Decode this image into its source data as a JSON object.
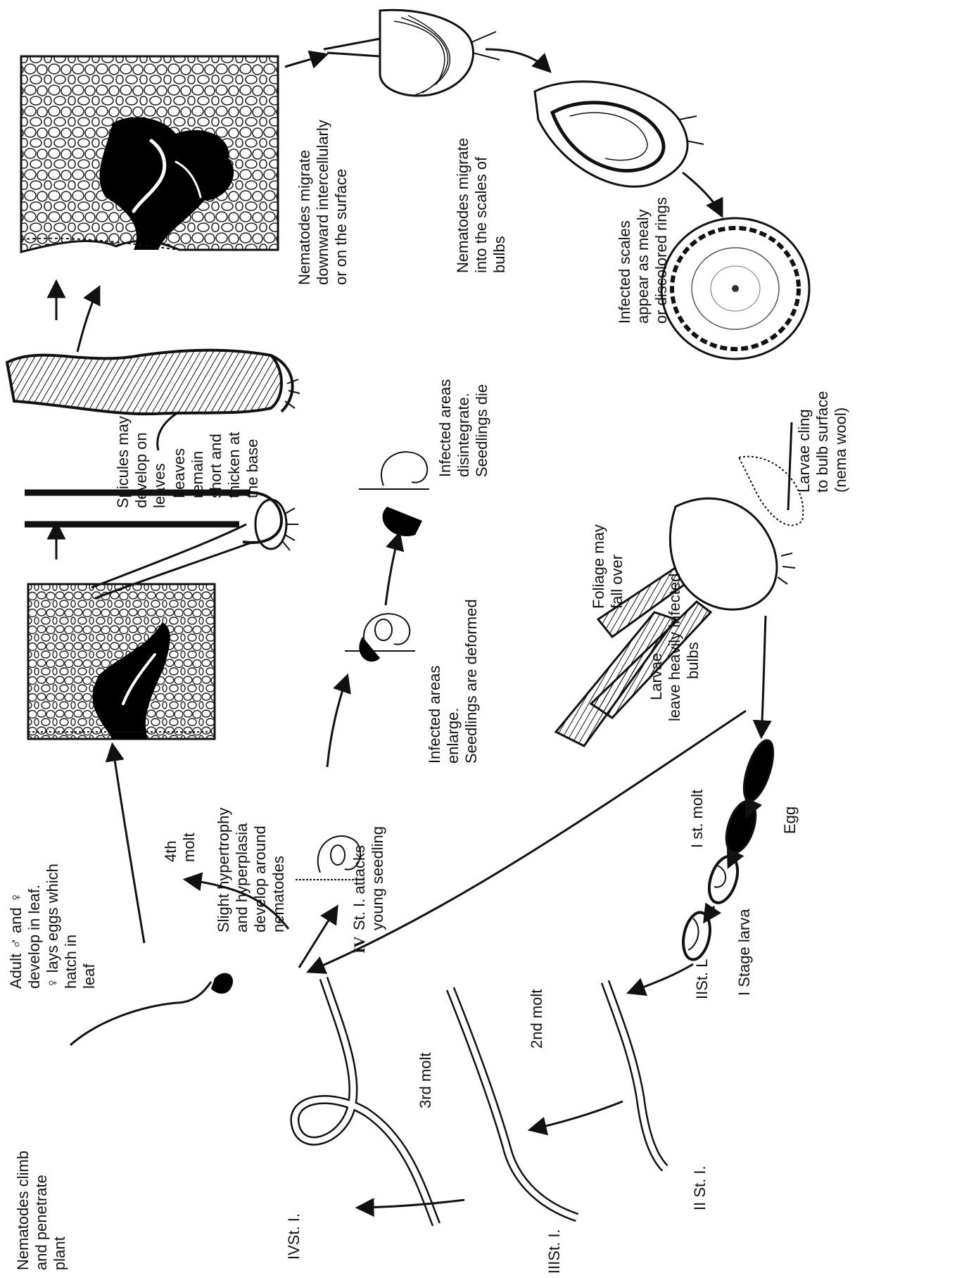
{
  "colors": {
    "ink": "#111111",
    "paper": "#ffffff",
    "lesion": "#000000"
  },
  "labels": {
    "climb": [
      "Nematodes climb",
      "and  penetrate",
      "plant"
    ],
    "adult": [
      "Adult ♂ and ♀",
      "develop in leaf.",
      "♀ lays eggs which",
      "hatch in",
      "leaf"
    ],
    "molt4": [
      "4th",
      "molt"
    ],
    "hyper": [
      "Slight hypertrophy",
      "and hyperplasia",
      "develop around",
      "nematodes"
    ],
    "spicules": [
      "Spicules may",
      "develop on",
      "leaves"
    ],
    "leaves_short": [
      "Leaves",
      "remain",
      "short and",
      "thicken at",
      "the base"
    ],
    "migrate_down": [
      "Nematodes migrate",
      "downward intercellularly",
      "or on the surface"
    ],
    "migrate_scales": [
      "Nematodes migrate",
      "into the scales of",
      "bulbs"
    ],
    "infected_scales": [
      "Infected  scales",
      "appear as mealy",
      "or discolored rings"
    ],
    "larvae_cling": [
      "Larvae cling",
      "to bulb surface",
      "(nema wool)"
    ],
    "foliage": [
      "Foliage may",
      "fall   over"
    ],
    "larvae_leave": [
      "Larvae",
      "leave heavily infected",
      "bulbs"
    ],
    "seed_enlarge": [
      "Infected areas",
      "enlarge.",
      "Seedlings are deformed"
    ],
    "seed_die": [
      "Infected areas",
      "disintegrate.",
      "Seedlings die"
    ],
    "iv_attacks_numeral": "IV",
    "iv_attacks": [
      "St. I. attacks",
      "young seedling"
    ],
    "egg": "Egg",
    "first_molt": "I st. molt",
    "stage_larva": "I Stage larva",
    "ii_st_l_egg": "IISt. L",
    "ii_st": "II St. I.",
    "second_molt": "2nd molt",
    "iii_st": "IIISt. I.",
    "third_molt": "3rd molt",
    "iv_st": "IVSt. I."
  }
}
